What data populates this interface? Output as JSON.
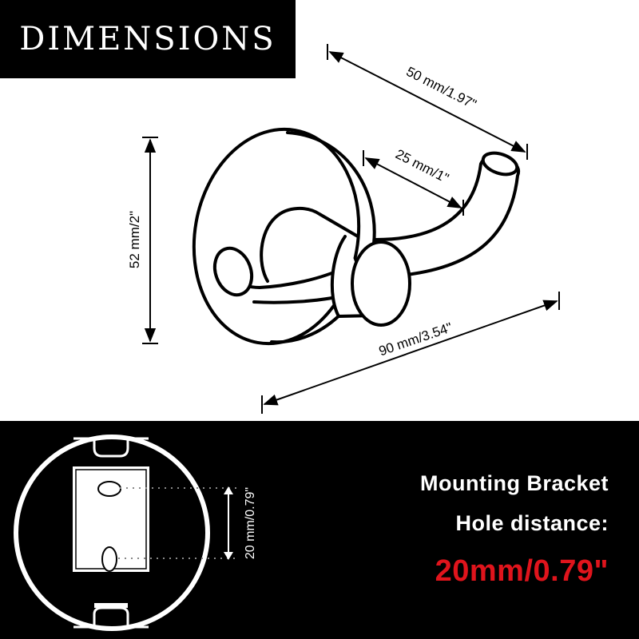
{
  "title": "DIMENSIONS",
  "dimensions": {
    "depth": "50 mm/1.97\"",
    "hook_gap": "25 mm/1\"",
    "height": "52 mm/2\"",
    "length": "90 mm/3.54\""
  },
  "bracket": {
    "heading": "Mounting Bracket",
    "subheading": "Hole distance:",
    "value": "20mm/0.79\"",
    "diagram_label": "20 mm/0.79\""
  },
  "colors": {
    "panel": "#000000",
    "highlight": "#e0141c",
    "line": "#000000"
  }
}
